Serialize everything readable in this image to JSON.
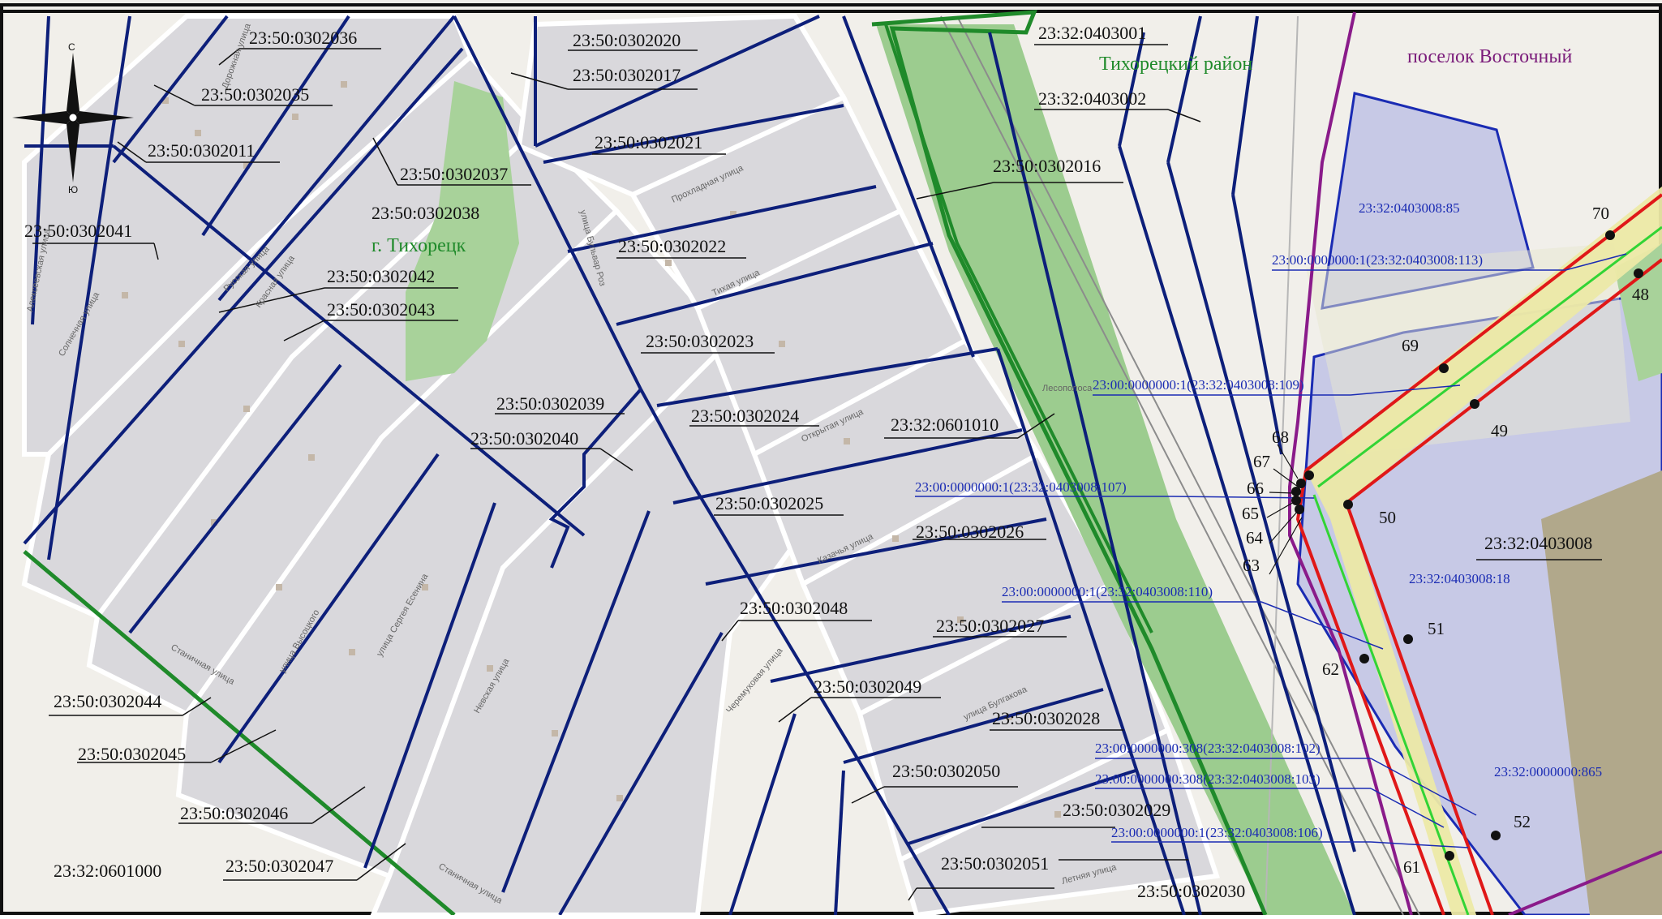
{
  "places": {
    "district": "Тихорецкий район",
    "settlement": "поселок Восточный",
    "city": "г. Тихорецк",
    "forest_strip": "Лесополоса"
  },
  "compass": {
    "north": "С",
    "south": "Ю"
  },
  "parcels": [
    "23:50:0302036",
    "23:50:0302035",
    "23:50:0302011",
    "23:50:0302041",
    "23:50:0302037",
    "23:50:0302038",
    "23:50:0302042",
    "23:50:0302043",
    "23:50:0302020",
    "23:50:0302017",
    "23:50:0302021",
    "23:50:0302022",
    "23:50:0302023",
    "23:50:0302024",
    "23:50:0302039",
    "23:50:0302040",
    "23:50:0302025",
    "23:50:0302026",
    "23:50:0302048",
    "23:50:0302027",
    "23:50:0302049",
    "23:50:0302028",
    "23:50:0302050",
    "23:50:0302029",
    "23:50:0302051",
    "23:50:0302030",
    "23:50:0302044",
    "23:50:0302045",
    "23:50:0302046",
    "23:50:0302047",
    "23:32:0601000",
    "23:32:0403001",
    "23:32:0403002",
    "23:50:0302016",
    "23:32:0601010",
    "23:32:0403008"
  ],
  "east_parcels": [
    "23:32:0403008:85",
    "23:32:0403008:18",
    "23:32:0000000:865"
  ],
  "easements": [
    "23:00:0000000:1(23:32:0403008:113)",
    "23:00:0000000:1(23:32:0403008:109)",
    "23:00:0000000:1(23:32:0403008:107)",
    "23:00:0000000:1(23:32:0403008:110)",
    "23:00:0000000:308(23:32:0403008:102)",
    "23:00:0000000:308(23:32:0403008:103)",
    "23:00:0000000:1(23:32:0403008:106)"
  ],
  "points": [
    "70",
    "48",
    "69",
    "49",
    "68",
    "67",
    "66",
    "65",
    "64",
    "63",
    "50",
    "51",
    "62",
    "52",
    "61"
  ],
  "streets": [
    "Солнечная улица",
    "Алексеевская улица",
    "Русская улица",
    "Красная улица",
    "улица Высоцкого",
    "улица Сергея Есенина",
    "Невская улица",
    "Казачья улица",
    "Черемуховая улица",
    "улица Булгакова",
    "Станичная улица",
    "Прохладная улица",
    "Тихая улица",
    "Открытая улица",
    "Летняя улица",
    "Станичная улица",
    "улица Бульвар Роз",
    "Дорожная улица"
  ],
  "colors": {
    "parcel_line": "#0d1f7a",
    "green_boundary": "#1f8a2a",
    "red_zone": "#e01818",
    "purple_boundary": "#8a1b8a",
    "easement_fill": "#ece9a6",
    "parcel_fill_blue": "#c7c9e6",
    "forest": "#9ccc8f"
  }
}
